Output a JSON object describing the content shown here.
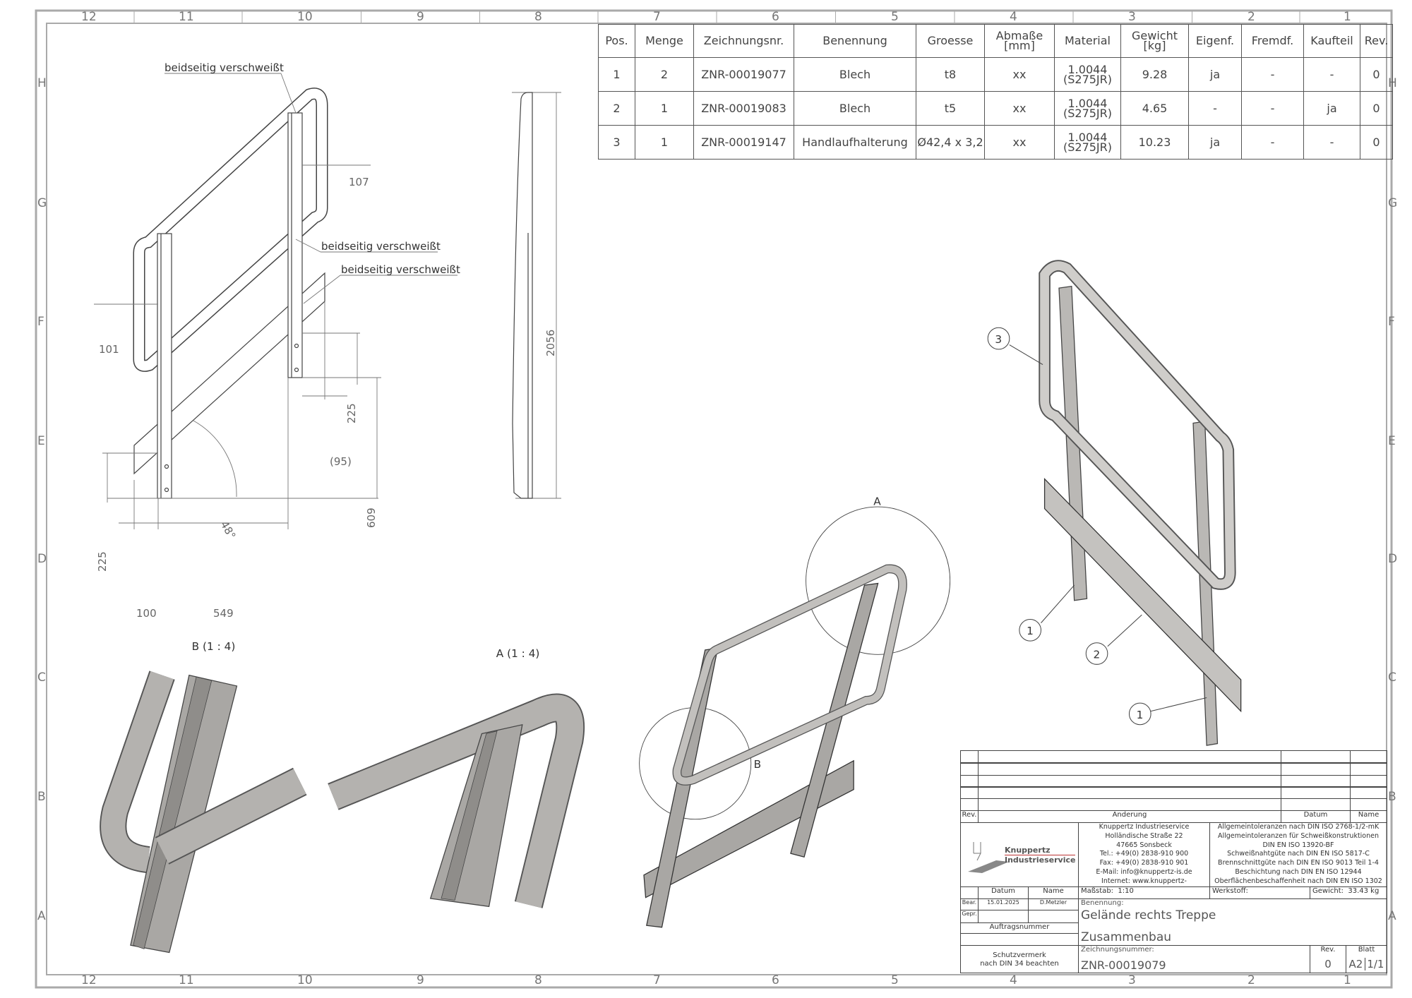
{
  "zones": {
    "columns": [
      "12",
      "11",
      "10",
      "9",
      "8",
      "7",
      "6",
      "5",
      "4",
      "3",
      "2",
      "1"
    ],
    "rows": [
      "H",
      "G",
      "F",
      "E",
      "D",
      "C",
      "B",
      "A"
    ]
  },
  "bom": {
    "headers": [
      "Pos.",
      "Menge",
      "Zeichnungsnr.",
      "Benennung",
      "Groesse",
      "Abmaße\n[mm]",
      "Material",
      "Gewicht\n[kg]",
      "Eigenf.",
      "Fremdf.",
      "Kaufteil",
      "Rev."
    ],
    "rows": [
      [
        "1",
        "2",
        "ZNR-00019077",
        "Blech",
        "t8",
        "xx",
        "1.0044\n(S275JR)",
        "9.28",
        "ja",
        "-",
        "-",
        "0"
      ],
      [
        "2",
        "1",
        "ZNR-00019083",
        "Blech",
        "t5",
        "xx",
        "1.0044\n(S275JR)",
        "4.65",
        "-",
        "-",
        "ja",
        "0"
      ],
      [
        "3",
        "1",
        "ZNR-00019147",
        "Handlaufhalterung",
        "Ø42,4 x 3,2",
        "xx",
        "1.0044\n(S275JR)",
        "10.23",
        "ja",
        "-",
        "-",
        "0"
      ]
    ]
  },
  "views": {
    "weld_note": "beidseitig verschweißt",
    "dims": {
      "d107": "107",
      "d101": "101",
      "d225a": "225",
      "d95": "(95)",
      "d609": "609",
      "d48": "48°",
      "d225b": "225",
      "d100": "100",
      "d549": "549",
      "d2056": "2056"
    },
    "detail_b_label": "B (1 : 4)",
    "detail_a_label": "A (1 : 4)",
    "circle_a": "A",
    "circle_b": "B",
    "balloons": [
      "3",
      "1",
      "2",
      "1"
    ]
  },
  "title_block": {
    "rev_header": {
      "rev": "Rev.",
      "change": "Änderung",
      "date": "Datum",
      "name": "Name"
    },
    "logo_text": [
      "Knuppertz",
      "Industrieservice"
    ],
    "address": [
      "Knuppertz Industrieservice",
      "Holländische Straße 22",
      "47665 Sonsbeck",
      "Tel.: +49(0) 2838-910 900",
      "Fax: +49(0) 2838-910 901",
      "E-Mail: info@knuppertz-is.de",
      "Internet: www.knuppertz-industrieservice.de"
    ],
    "tolerances": [
      "Allgemeintoleranzen nach DIN ISO 2768-1/2-mK",
      "Allgemeintoleranzen für Schweißkonstruktionen",
      "DIN EN ISO 13920-BF",
      "Schweißnahtgüte nach DIN EN ISO 5817-C",
      "Brennschnittgüte nach DIN EN ISO 9013 Teil 1-4",
      "Beschichtung nach DIN EN ISO 12944",
      "Oberflächenbeschaffenheit nach DIN EN ISO 1302"
    ],
    "datum_label": "Datum",
    "name_label": "Name",
    "scale_label": "Maßstab:",
    "scale": "1:10",
    "material_label": "Werkstoff:",
    "weight_label": "Gewicht:",
    "weight": "33.43 kg",
    "bear_label": "Bear.",
    "bear_date": "15.01.2025",
    "bear_name": "D.Metzler",
    "gepr_label": "Gepr.",
    "order_label": "Auftragsnummer",
    "protection": [
      "Schutzvermerk",
      "nach DIN 34 beachten"
    ],
    "title_label": "Benennung:",
    "title": "Gelände rechts Treppe",
    "subtitle": "Zusammenbau",
    "drawing_no_label": "Zeichnungsnummer:",
    "drawing_no": "ZNR-00019079",
    "rev_label": "Rev.",
    "rev": "0",
    "sheet_label": "Blatt",
    "format": "A2",
    "sheet": "1/1"
  }
}
